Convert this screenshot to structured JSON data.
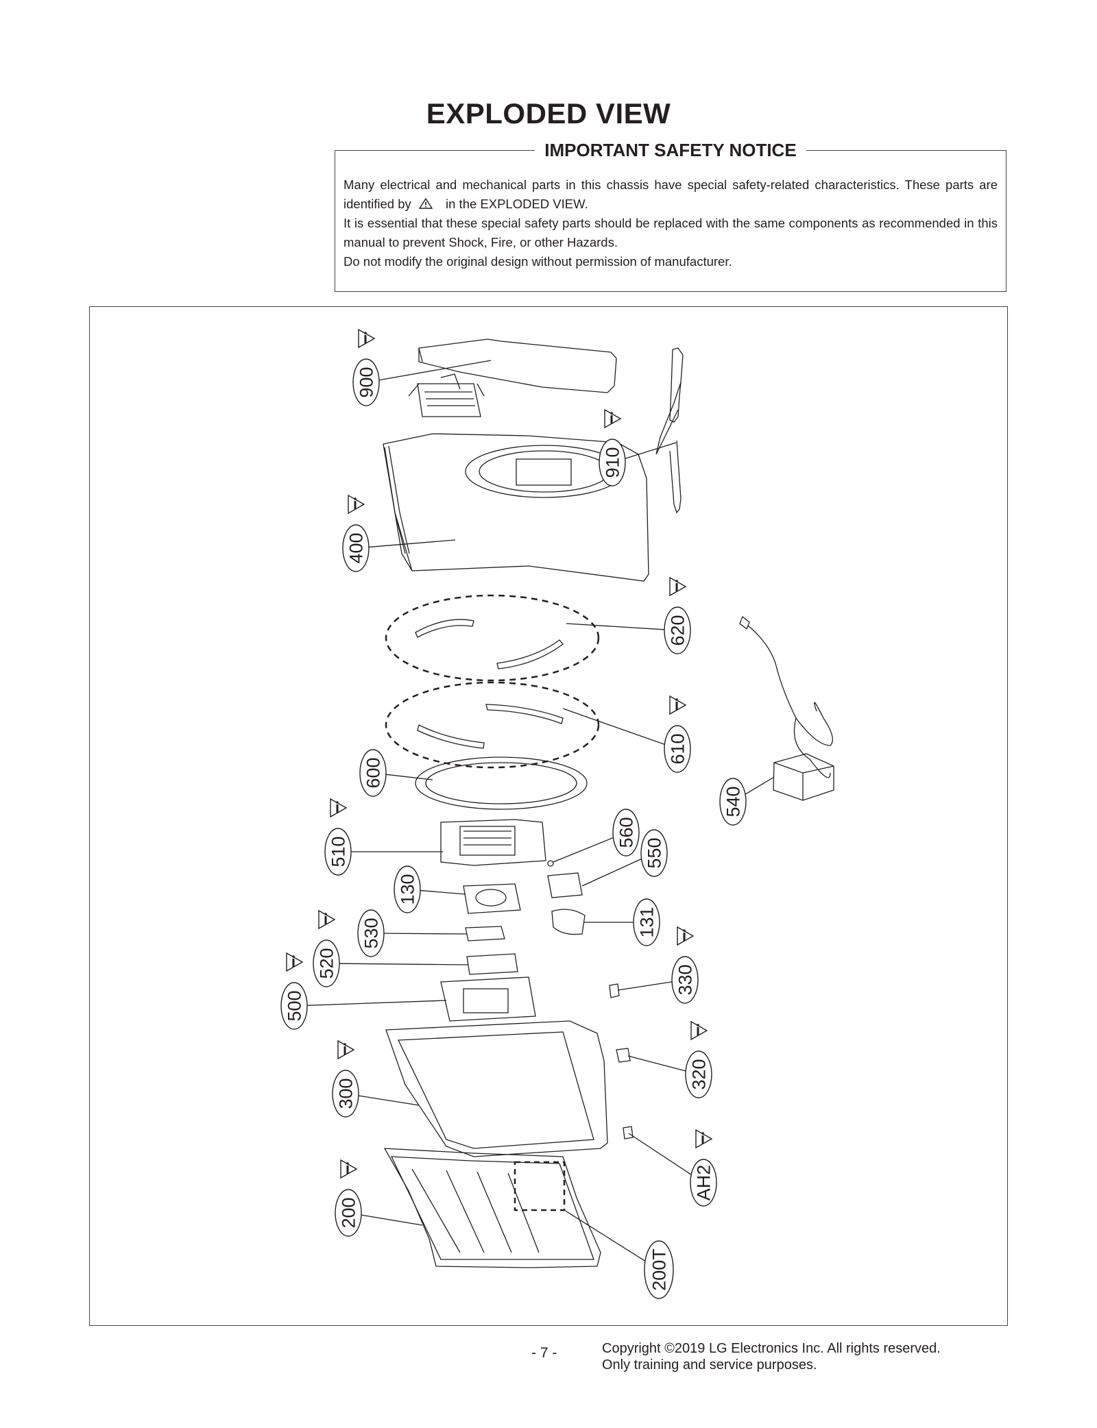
{
  "page": {
    "title": "EXPLODED VIEW",
    "page_number": "- 7 -"
  },
  "notice": {
    "heading": "IMPORTANT SAFETY NOTICE",
    "line1a": "Many electrical and mechanical parts in this chassis have special safety-related characteristics. These parts are identified by",
    "line1b": "in the  EXPLODED VIEW.",
    "line2": "It is essential that these special safety parts should be replaced with the same components as recommended in this manual to prevent Shock, Fire, or other Hazards.",
    "line3": "Do not modify the original design without permission of manufacturer."
  },
  "callouts": [
    {
      "id": "900",
      "label": "900",
      "safety": true
    },
    {
      "id": "910",
      "label": "910",
      "safety": true
    },
    {
      "id": "400",
      "label": "400",
      "safety": true
    },
    {
      "id": "620",
      "label": "620",
      "safety": true
    },
    {
      "id": "610",
      "label": "610",
      "safety": true
    },
    {
      "id": "600",
      "label": "600",
      "safety": false
    },
    {
      "id": "540",
      "label": "540",
      "safety": false
    },
    {
      "id": "510",
      "label": "510",
      "safety": true
    },
    {
      "id": "560",
      "label": "560",
      "safety": false
    },
    {
      "id": "550",
      "label": "550",
      "safety": false
    },
    {
      "id": "130",
      "label": "130",
      "safety": false
    },
    {
      "id": "131",
      "label": "131",
      "safety": false
    },
    {
      "id": "530",
      "label": "530",
      "safety": false
    },
    {
      "id": "520",
      "label": "520",
      "safety": true
    },
    {
      "id": "500",
      "label": "500",
      "safety": true
    },
    {
      "id": "330",
      "label": "330",
      "safety": true
    },
    {
      "id": "300",
      "label": "300",
      "safety": true
    },
    {
      "id": "320",
      "label": "320",
      "safety": true
    },
    {
      "id": "AH2",
      "label": "AH2",
      "safety": true
    },
    {
      "id": "200",
      "label": "200",
      "safety": true
    },
    {
      "id": "200T",
      "label": "200T",
      "safety": false
    }
  ],
  "footer": {
    "copyright_line1": "Copyright ©2019 LG Electronics Inc. All rights reserved.",
    "copyright_line2": "Only training and service purposes."
  }
}
